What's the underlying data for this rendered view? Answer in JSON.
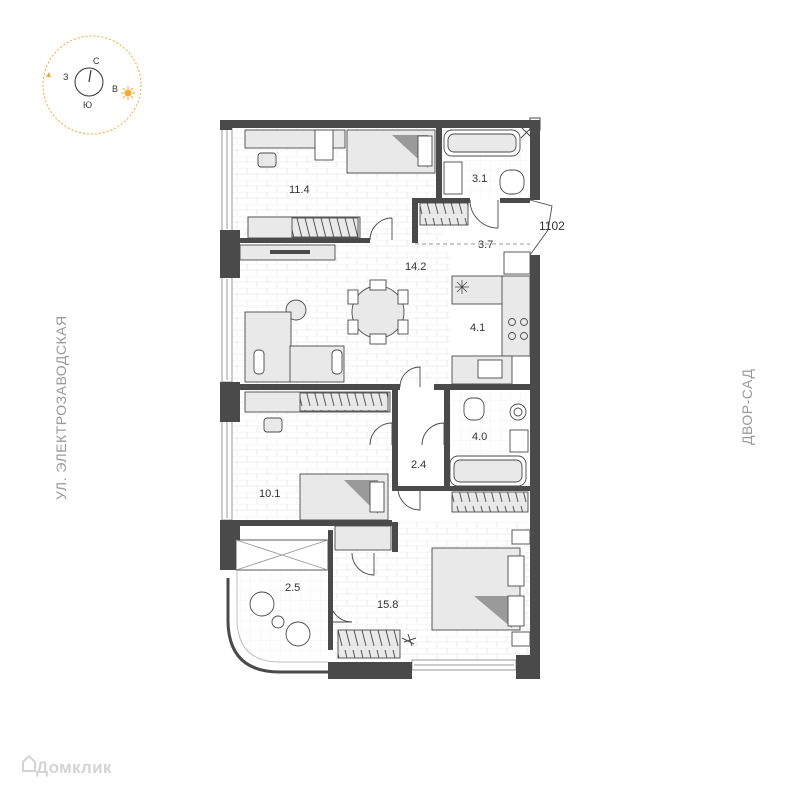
{
  "compass": {
    "north": "С",
    "west": "З",
    "east": "В",
    "south": "Ю"
  },
  "streets": {
    "left": "УЛ. ЭЛЕКТРОЗАВОДСКАЯ",
    "right": "ДВОР-САД"
  },
  "apartment_number": "1102",
  "rooms": [
    {
      "id": "bedroom-top",
      "area": "11.4"
    },
    {
      "id": "bathroom-top",
      "area": "3.1"
    },
    {
      "id": "hallway",
      "area": "3.7"
    },
    {
      "id": "living",
      "area": "14.2"
    },
    {
      "id": "kitchen",
      "area": "4.1"
    },
    {
      "id": "bathroom-mid",
      "area": "4.0"
    },
    {
      "id": "corridor",
      "area": "2.4"
    },
    {
      "id": "bedroom-mid",
      "area": "10.1"
    },
    {
      "id": "balcony",
      "area": "2.5"
    },
    {
      "id": "bedroom-bottom",
      "area": "15.8"
    }
  ],
  "watermark": "Домклик",
  "colors": {
    "wall": "#4a4a4a",
    "accent": "#f2a833",
    "furniture": "#e9e9e9"
  }
}
